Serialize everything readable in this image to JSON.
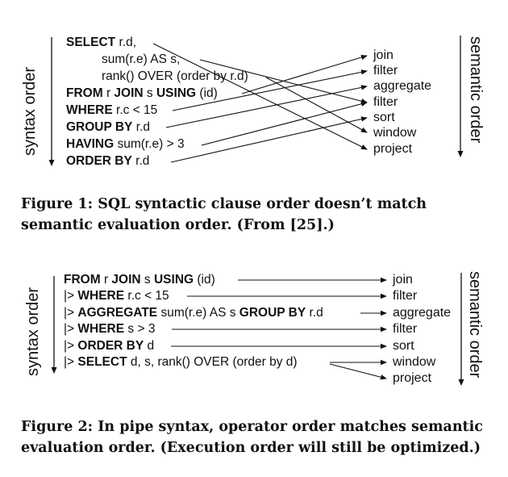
{
  "figure1": {
    "syntax_label": "syntax order",
    "semantic_label": "semantic order",
    "lines": [
      {
        "kw": "SELECT",
        "rest": " r.d,"
      },
      {
        "kw": "",
        "rest": "sum(r.e) AS s,"
      },
      {
        "kw": "",
        "rest": "rank() OVER (order by r.d)"
      },
      {
        "kw": "FROM",
        "rest": " r ",
        "kw2": "JOIN",
        "rest2": " s ",
        "kw3": "USING",
        "rest3": " (id)"
      },
      {
        "kw": "WHERE",
        "rest": " r.c < 15"
      },
      {
        "kw": "GROUP BY",
        "rest": " r.d"
      },
      {
        "kw": "HAVING",
        "rest": " sum(r.e) > 3"
      },
      {
        "kw": "ORDER BY",
        "rest": " r.d"
      }
    ],
    "operators": [
      "join",
      "filter",
      "aggregate",
      "filter",
      "sort",
      "window",
      "project"
    ],
    "caption": "Figure 1: SQL syntactic clause order doesn’t match semantic evaluation order. (From [25].)"
  },
  "figure2": {
    "syntax_label": "syntax order",
    "semantic_label": "semantic order",
    "lines": [
      {
        "pipe": "",
        "kw": "FROM",
        "rest": " r ",
        "kw2": "JOIN",
        "rest2": " s ",
        "kw3": "USING",
        "rest3": " (id)"
      },
      {
        "pipe": "|> ",
        "kw": "WHERE",
        "rest": " r.c < 15"
      },
      {
        "pipe": "|> ",
        "kw": "AGGREGATE",
        "rest": " sum(r.e) AS s ",
        "kw2": "GROUP BY",
        "rest2": " r.d"
      },
      {
        "pipe": "|> ",
        "kw": "WHERE",
        "rest": " s > 3"
      },
      {
        "pipe": "|> ",
        "kw": "ORDER BY",
        "rest": " d"
      },
      {
        "pipe": "|> ",
        "kw": "SELECT",
        "rest": " d, s, rank() OVER (order by d)"
      }
    ],
    "operators": [
      "join",
      "filter",
      "aggregate",
      "filter",
      "sort",
      "window",
      "project"
    ],
    "caption": "Figure 2: In pipe syntax, operator order matches semantic evaluation order. (Execution order will still be optimized.)"
  }
}
